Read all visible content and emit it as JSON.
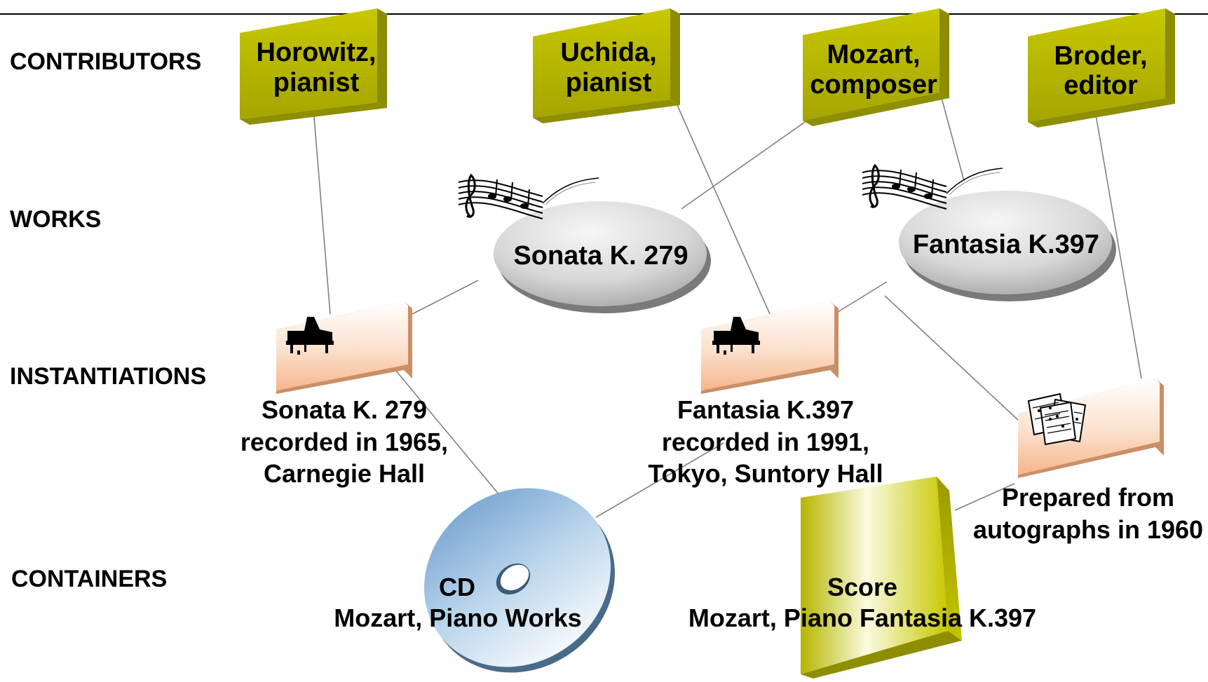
{
  "rows": {
    "contributors": "CONTRIBUTORS",
    "works": "WORKS",
    "instantiations": "INSTANTIATIONS",
    "containers": "CONTAINERS"
  },
  "contributors": [
    {
      "line1": "Horowitz,",
      "line2": "pianist"
    },
    {
      "line1": "Uchida,",
      "line2": "pianist"
    },
    {
      "line1": "Mozart,",
      "line2": "composer"
    },
    {
      "line1": "Broder,",
      "line2": "editor"
    }
  ],
  "works": [
    {
      "label": "Sonata K. 279"
    },
    {
      "label": "Fantasia K.397"
    }
  ],
  "instantiations": [
    {
      "line1": "Sonata K. 279",
      "line2": "recorded in 1965,",
      "line3": "Carnegie Hall",
      "icon": "grand-piano-icon"
    },
    {
      "line1": "Fantasia K.397",
      "line2": "recorded in 1991,",
      "line3": "Tokyo, Suntory Hall",
      "icon": "grand-piano-icon"
    },
    {
      "line1": "Prepared from",
      "line2": "autographs in 1960",
      "icon": "sheet-music-pages-icon"
    }
  ],
  "containers": [
    {
      "line1": "CD",
      "line2": "Mozart, Piano Works",
      "icon": "cd-disc-icon"
    },
    {
      "line1": "Score",
      "line2": "Mozart, Piano Fantasia K.397",
      "icon": "score-block-icon"
    }
  ],
  "colors": {
    "contributor_fill": "#b8b800",
    "work_fill": "#d4d4d4",
    "instantiation_fill": "#f7b98c",
    "cd_fill": "#8fb6d8",
    "score_fill": "#b8b800",
    "connector": "#808080"
  },
  "icons": [
    "music-notes-icon",
    "grand-piano-icon",
    "sheet-music-pages-icon",
    "cd-disc-icon"
  ]
}
